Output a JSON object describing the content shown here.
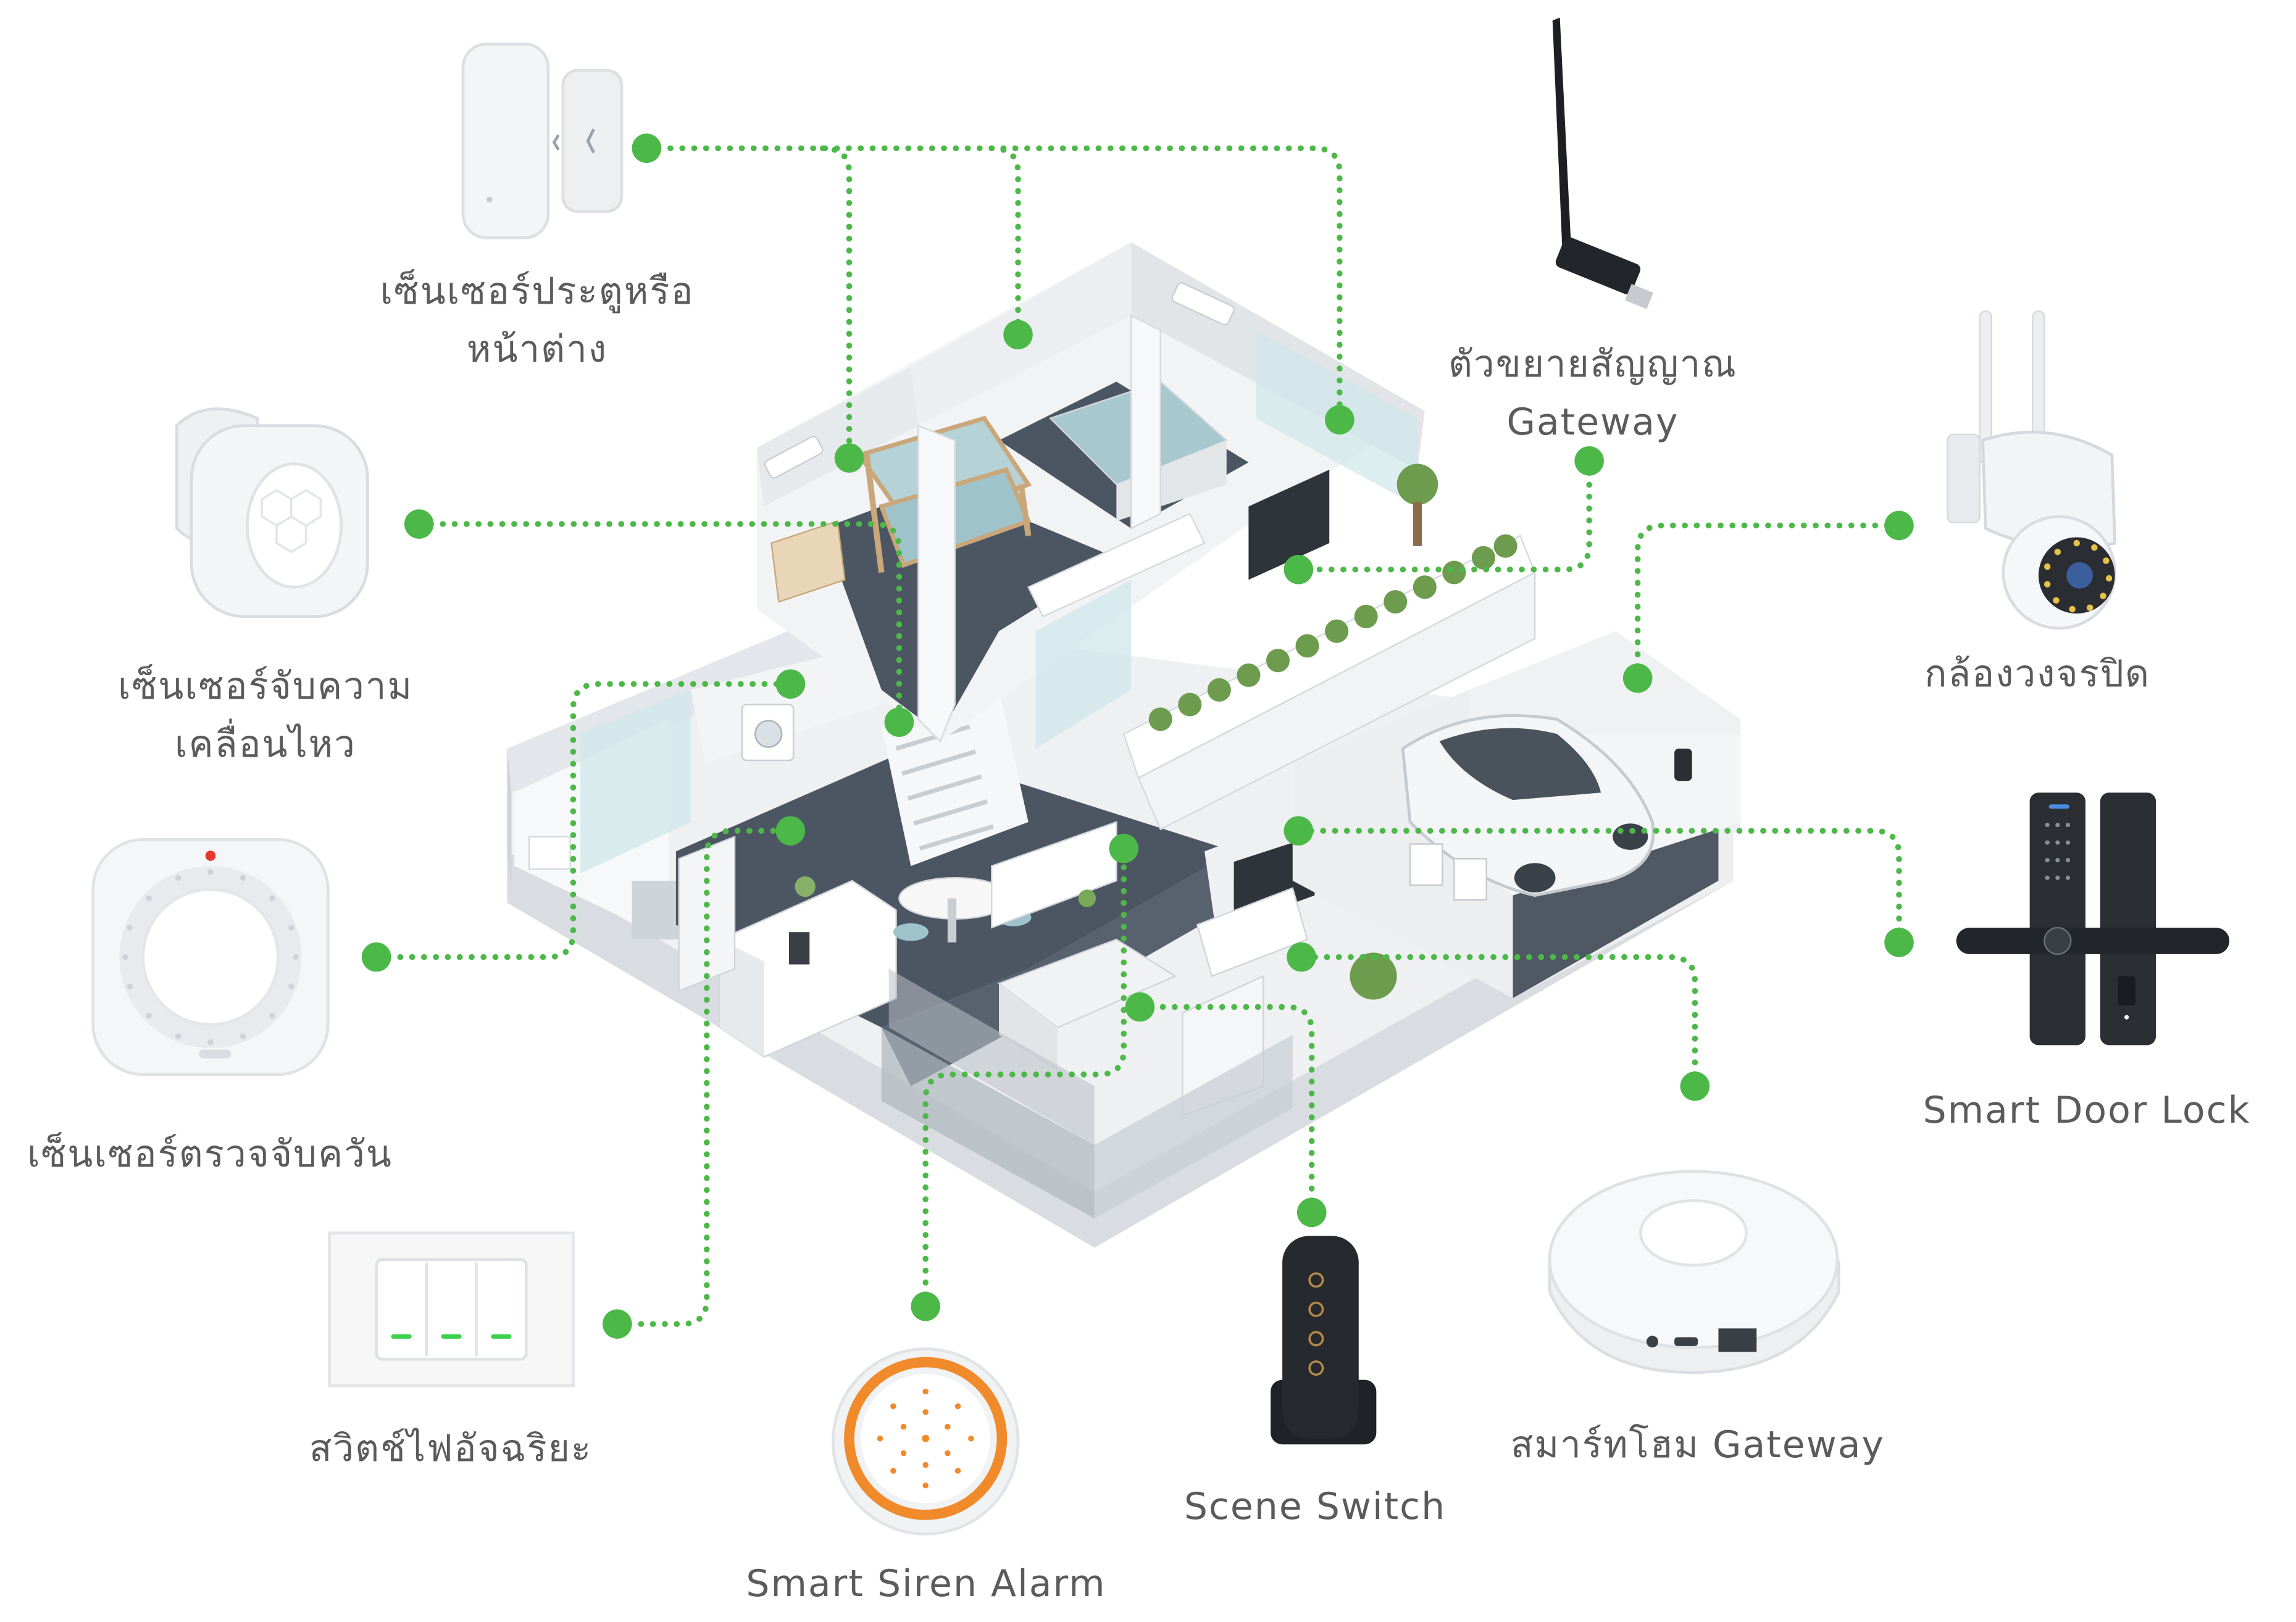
{
  "colors": {
    "accent": "#4cb848",
    "label": "#5b5b5b",
    "wall": "#f1f3f5",
    "floor_dark": "#4c5663"
  },
  "devices": [
    {
      "id": "door-sensor",
      "icon": "door-window-sensor-icon",
      "label_lines": [
        "เซ็นเซอร์ประตูหรือ",
        "หน้าต่าง"
      ]
    },
    {
      "id": "motion-sensor",
      "icon": "motion-sensor-icon",
      "label_lines": [
        "เซ็นเซอร์จับความ",
        "เคลื่อนไหว"
      ]
    },
    {
      "id": "smoke-sensor",
      "icon": "smoke-detector-icon",
      "label_lines": [
        "เซ็นเซอร์ตรวจจับควัน"
      ]
    },
    {
      "id": "smart-switch",
      "icon": "light-switch-icon",
      "label_lines": [
        "สวิตช์ไฟอัจฉริยะ"
      ]
    },
    {
      "id": "siren",
      "icon": "siren-alarm-icon",
      "label_lines": [
        "Smart Siren Alarm"
      ]
    },
    {
      "id": "scene-switch",
      "icon": "scene-switch-icon",
      "label_lines": [
        "Scene Switch"
      ]
    },
    {
      "id": "hub",
      "icon": "hub-gateway-icon",
      "label_lines": [
        "สมาร์ทโฮม Gateway"
      ]
    },
    {
      "id": "door-lock",
      "icon": "smart-door-lock-icon",
      "label_lines": [
        "Smart Door Lock"
      ]
    },
    {
      "id": "camera",
      "icon": "cctv-camera-icon",
      "label_lines": [
        "กล้องวงจรปิด"
      ]
    },
    {
      "id": "repeater",
      "icon": "usb-antenna-icon",
      "label_lines": [
        "ตัวขยายสัญญาณ",
        "Gateway"
      ]
    }
  ],
  "scene": {
    "icon": "isometric-house-icon"
  }
}
